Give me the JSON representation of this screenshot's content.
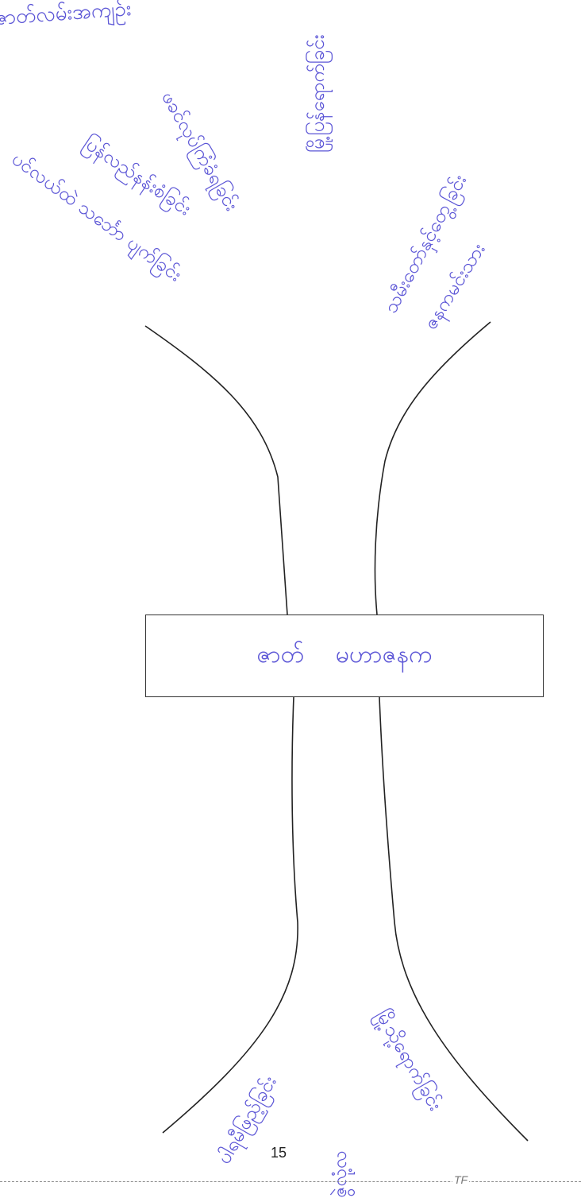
{
  "center_box": {
    "left_text": "ဇာတ်",
    "right_text": "မဟာဇနက"
  },
  "top_left_heading": "ဇာတ်လမ်းအကျဉ်း",
  "branches_top": [
    "ပင်လယ်ထဲ သင်္ဘော ပျက်ခြင်း",
    "ပြန်လည်နန်းစံခြင်း",
    "ဖခင်လုပ်ကြံခံရခြင်း",
    "မြို့ပြန်ရောက်ခြင်း",
    "သမီးတော်နှင့်တွေ့ခြင်း",
    "ဇနကမင်းသား"
  ],
  "branches_bottom": [
    "ပါရမီဖြည့်ခြင်း",
    "ဇွဲလုံ့လ",
    "မြို့သို့ရောက်ခြင်း"
  ],
  "page_number": "15",
  "footer_mark": "TF"
}
